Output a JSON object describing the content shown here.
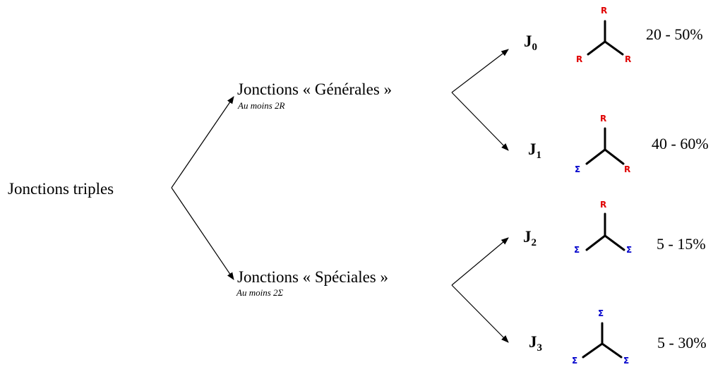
{
  "colors": {
    "R": "#e00000",
    "Sigma": "#0000cc",
    "line": "#000000"
  },
  "root": {
    "label": "Jonctions triples"
  },
  "branches": [
    {
      "label": "Jonctions « Générales »",
      "sublabel": "Au moins 2R"
    },
    {
      "label": "Jonctions « Spéciales »",
      "sublabel": "Au moins 2Σ"
    }
  ],
  "junctions": [
    {
      "letter": "J",
      "index": "0",
      "percent": "20 - 50%",
      "top": "R",
      "left": "R",
      "right": "R"
    },
    {
      "letter": "J",
      "index": "1",
      "percent": "40 - 60%",
      "top": "R",
      "left": "Σ",
      "right": "R"
    },
    {
      "letter": "J",
      "index": "2",
      "percent": "5 - 15%",
      "top": "R",
      "left": "Σ",
      "right": "Σ"
    },
    {
      "letter": "J",
      "index": "3",
      "percent": "5 - 30%",
      "top": "Σ",
      "left": "Σ",
      "right": "Σ"
    }
  ]
}
